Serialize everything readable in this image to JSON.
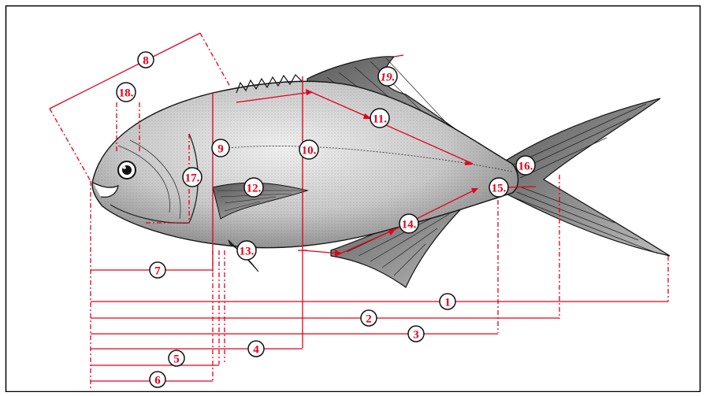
{
  "diagram": {
    "labels": [
      {
        "id": "1",
        "text": "1"
      },
      {
        "id": "2",
        "text": "2"
      },
      {
        "id": "3",
        "text": "3"
      },
      {
        "id": "4",
        "text": "4"
      },
      {
        "id": "5",
        "text": "5"
      },
      {
        "id": "6",
        "text": "6"
      },
      {
        "id": "7",
        "text": "7"
      },
      {
        "id": "8",
        "text": "8"
      },
      {
        "id": "9",
        "text": "9"
      },
      {
        "id": "10",
        "text": "10."
      },
      {
        "id": "11",
        "text": "11."
      },
      {
        "id": "12",
        "text": "12."
      },
      {
        "id": "13",
        "text": "13."
      },
      {
        "id": "14",
        "text": "14."
      },
      {
        "id": "15",
        "text": "15."
      },
      {
        "id": "16",
        "text": "16."
      },
      {
        "id": "17",
        "text": "17."
      },
      {
        "id": "18",
        "text": "18."
      },
      {
        "id": "19",
        "text": "19."
      }
    ]
  },
  "colors": {
    "accent": "#e3001b",
    "outline": "#111111",
    "fish_body": "#cfcfcf",
    "fish_dark": "#6e6e6e"
  }
}
